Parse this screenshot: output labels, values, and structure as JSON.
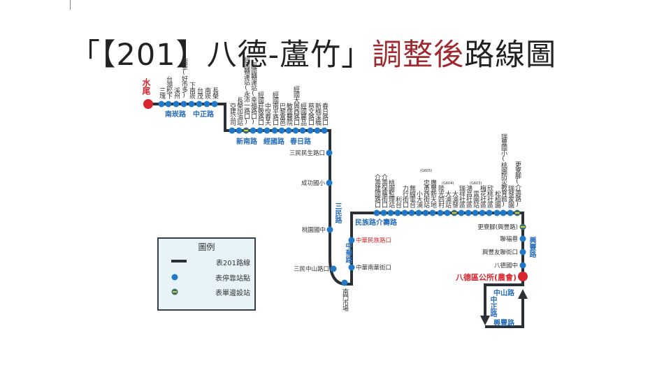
{
  "title": {
    "prefix": "「【201】八德-蘆竹」",
    "highlight": "調整後",
    "suffix": "路線圖"
  },
  "colors": {
    "route": "#2b2f36",
    "stop": "#1f78c8",
    "terminal": "#d9262e",
    "shared_stop": "#7aa887",
    "road_label": "#2a6ebb",
    "title_highlight": "#9e2a2f"
  },
  "origin": "水尾",
  "terminal": "八德區公所(農會)",
  "stops_row1": [
    "三塊",
    "台湖松下",
    "溪州",
    "南亞(好市多)",
    "下南崁",
    "台茂",
    "南崁",
    "長榮"
  ],
  "stops_row2": [
    {
      "name": "亞建公司"
    },
    {
      "name": "長榮加油站"
    },
    {
      "name": "經國轉運站(永沛一路口)",
      "shared": true
    },
    {
      "name": "經國轉運站(幸福路口)"
    },
    {
      "name": "經國莊敬路口"
    },
    {
      "name": "中悅春天"
    },
    {
      "name": "經國南平路口"
    },
    {
      "name": "巴黎富邑"
    },
    {
      "name": "敏盛醫院"
    },
    {
      "name": "經國大興西路口"
    },
    {
      "name": "經國麗品"
    },
    {
      "name": "慈文路口"
    },
    {
      "name": "新楠溪橋"
    },
    {
      "name": "春日路口"
    }
  ],
  "stops_sanmin": [
    "三民民生路口",
    "成功國小",
    "桃園國中",
    "三民中山路口"
  ],
  "stop_nanmen": "南門市場",
  "stops_zhonghua": [
    {
      "name": "中華民族路口",
      "highlight": true
    },
    {
      "name": "中華南華街口"
    }
  ],
  "stops_row3": [
    {
      "name": "介壽建國路口"
    },
    {
      "name": "介壽保羅街口"
    },
    {
      "name": "桃園監理站"
    },
    {
      "name": "利台"
    },
    {
      "name": "力行街口"
    },
    {
      "name": "無線電台"
    },
    {
      "name": "小大湳"
    },
    {
      "name": "忠勇西街站",
      "code": "(G605)"
    },
    {
      "name": "廣豐新天地"
    },
    {
      "name": "陸光四村"
    },
    {
      "name": "大湳站",
      "code": "(G604)"
    },
    {
      "name": "大湳發",
      "shared": true
    },
    {
      "name": "瑞祥社區"
    },
    {
      "name": "鴻昌社區"
    },
    {
      "name": "霄園站",
      "code": "(G603)"
    },
    {
      "name": "梅花社區"
    },
    {
      "name": "欣桃社區"
    },
    {
      "name": "松柏園"
    },
    {
      "name": "瑞豐國小(桃園防災教育館)"
    },
    {
      "name": "瑞發家園"
    },
    {
      "name": "更寮腳(介壽路)",
      "shared": true
    }
  ],
  "stops_xingfeng": [
    {
      "name": "更寮腳(興豐路)",
      "shared": true
    },
    {
      "name": "聯福巷"
    },
    {
      "name": "興豐友聯街口"
    },
    {
      "name": "八德國中"
    }
  ],
  "roads": {
    "nankan": "南崁路",
    "zhongzheng1": "中正路",
    "xinnan": "新南路",
    "jingguo": "經國路",
    "chunri": "春日路",
    "sanmin": "三民路",
    "zhonghua": "中華路",
    "minzu": "民族路",
    "jieshou": "介壽路",
    "xingfeng": "興豐路",
    "zhongshan": "中山路",
    "zhongzheng2": "中正路",
    "xingfeng2": "興豐路"
  },
  "legend": {
    "title": "圖例",
    "route": "表201路線",
    "stop": "表停靠站點",
    "shared": "表單邊設站"
  }
}
